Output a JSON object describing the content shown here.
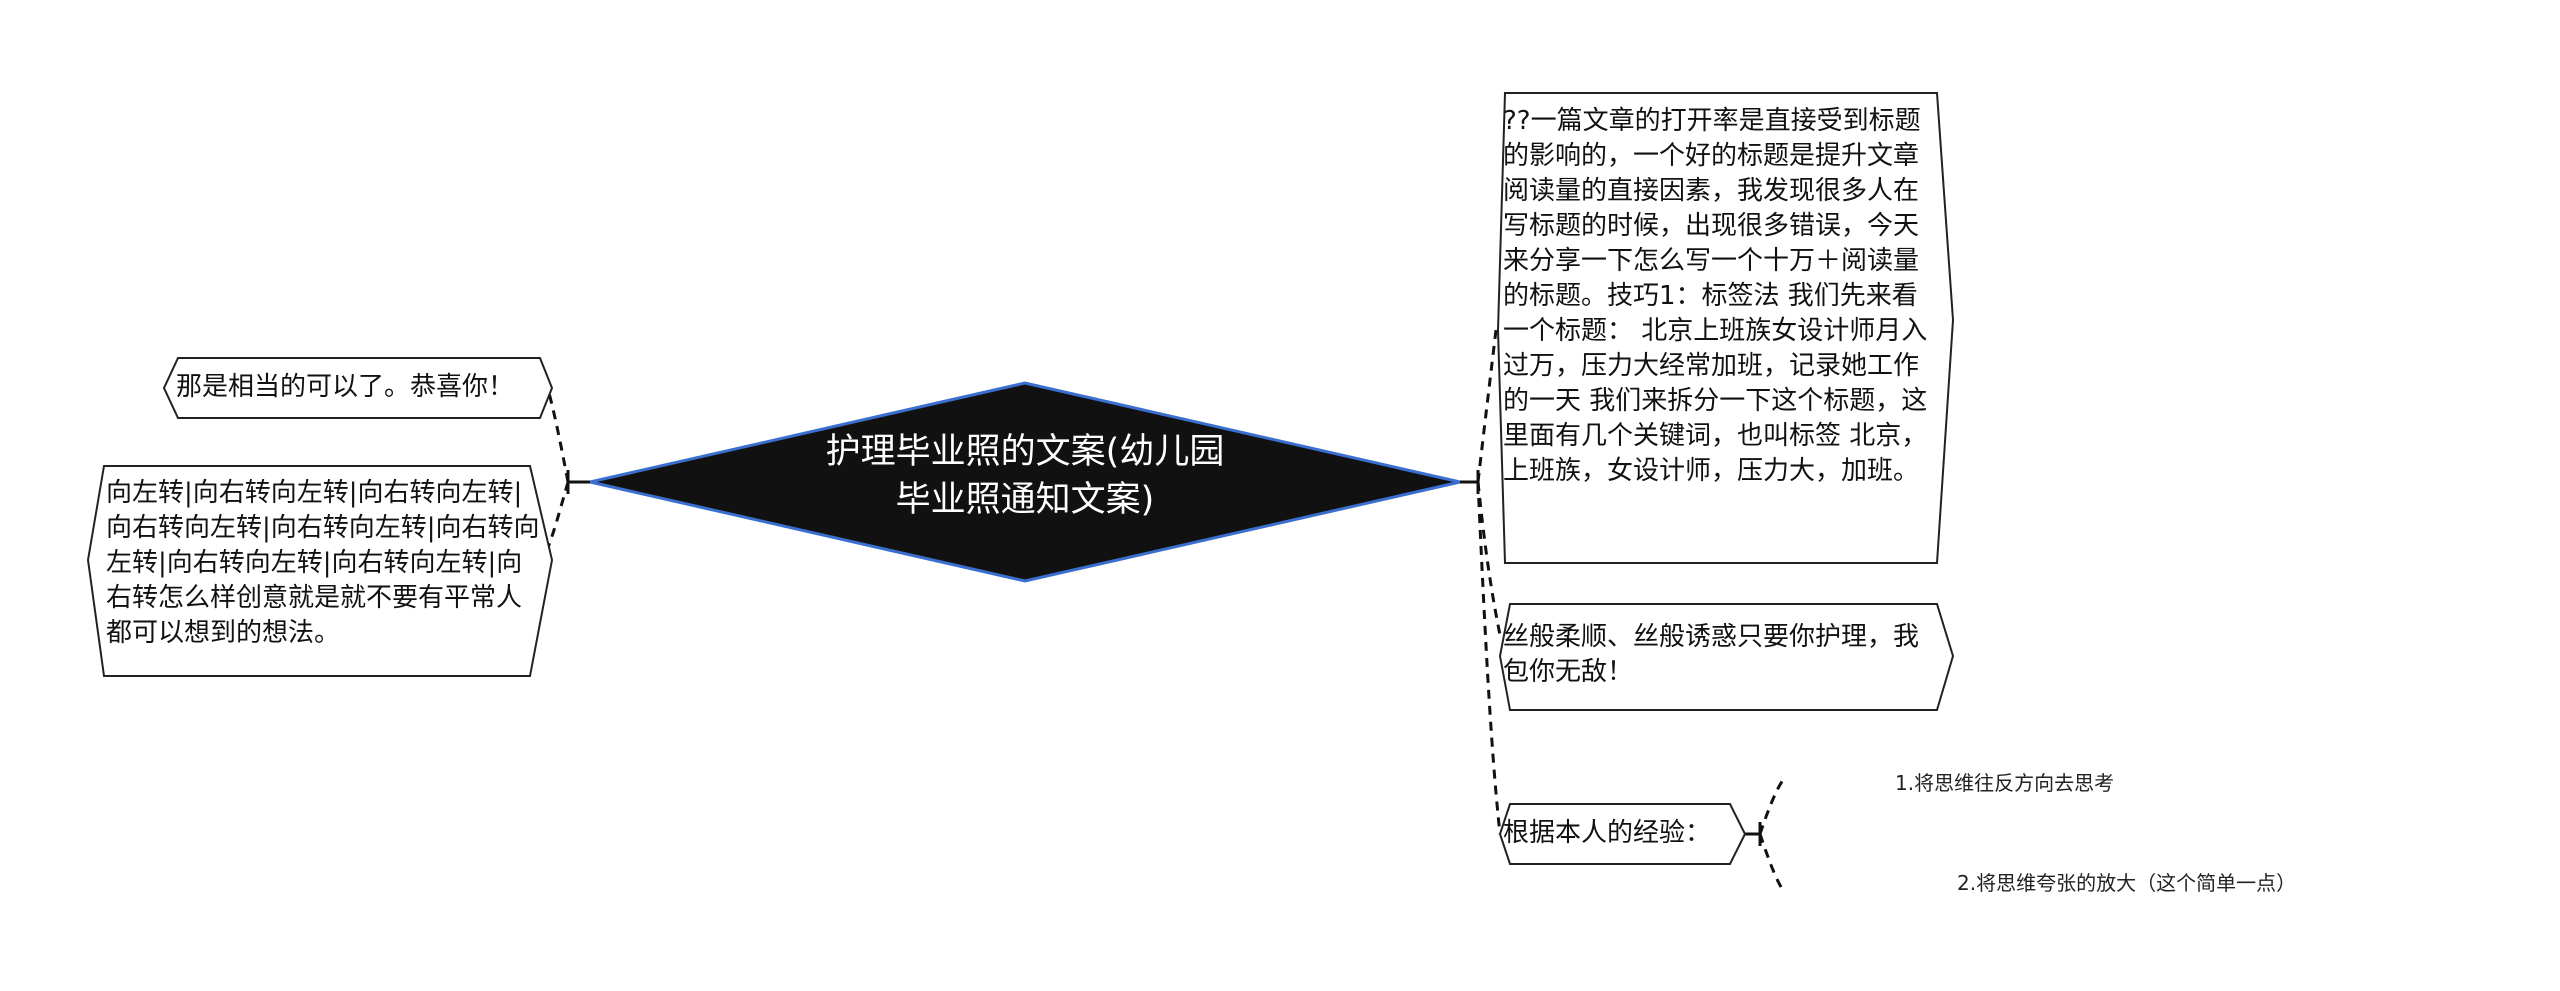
{
  "colors": {
    "center_fill": "#111111",
    "center_stroke": "#3a6fcf",
    "node_border": "#222222",
    "connector": "#111111"
  },
  "center": {
    "line1": "护理毕业照的文案(幼儿园",
    "line2": "毕业照通知文案)"
  },
  "left_nodes": [
    {
      "text": "那是相当的可以了。恭喜你！"
    },
    {
      "text": "向左转|向右转向左转|向右转向左转|向右转向左转|向右转向左转|向右转向左转|向右转向左转|向右转向左转|向右转怎么样创意就是就不要有平常人都可以想到的想法。"
    }
  ],
  "right_nodes": [
    {
      "text": "??一篇文章的打开率是直接受到标题的影响的，一个好的标题是提升文章阅读量的直接因素，我发现很多人在写标题的时候，出现很多错误，今天来分享一下怎么写一个十万＋阅读量的标题。技巧1：标签法  我们先来看一个标题：  北京上班族女设计师月入过万，压力大经常加班，记录她工作的一天  我们来拆分一下这个标题，这里面有几个关键词，也叫标签  北京，上班族，女设计师，压力大，加班。"
    },
    {
      "text": "丝般柔顺、丝般诱惑只要你护理，我包你无敌！"
    },
    {
      "text": "根据本人的经验："
    }
  ],
  "sub_nodes": [
    {
      "text": "1.将思维往反方向去思考"
    },
    {
      "text": "2.将思维夸张的放大（这个简单一点）"
    }
  ]
}
